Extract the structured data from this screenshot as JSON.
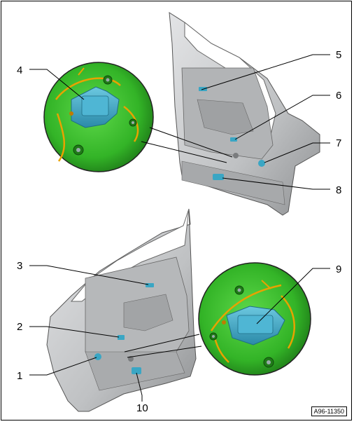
{
  "callouts": {
    "c1": "1",
    "c2": "2",
    "c3": "3",
    "c4": "4",
    "c5": "5",
    "c6": "6",
    "c7": "7",
    "c8": "8",
    "c9": "9",
    "c10": "10"
  },
  "figure_ref": "A96-11350",
  "colors": {
    "door_panel": "#c8c9cb",
    "door_shadow": "#8e9092",
    "detail_bg": "#3fbf2f",
    "detail_dark": "#1e7a18",
    "component": "#3aa6c4",
    "wire": "#e8a200"
  }
}
